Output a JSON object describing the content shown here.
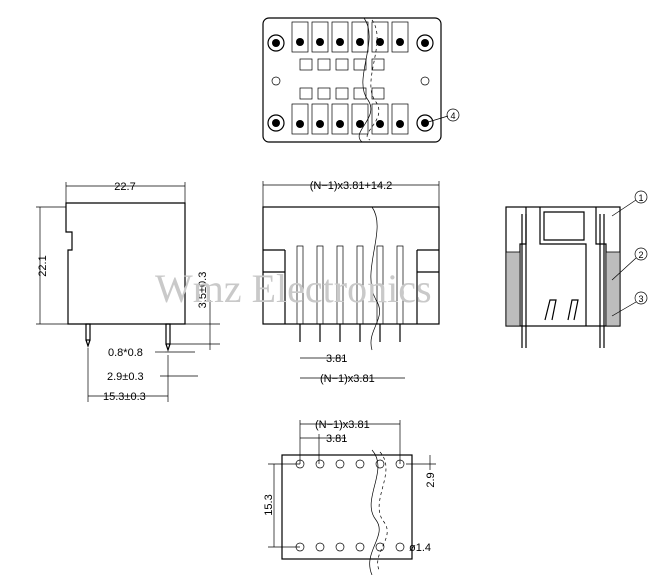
{
  "top_view": {
    "callout": "4"
  },
  "side_view": {
    "width": "22.7",
    "height": "22.1",
    "pin_length": "3.5±0.3",
    "pin_size": "0.8*0.8",
    "pin_offset": "2.9±0.3",
    "base": "15.3±0.3"
  },
  "front_view": {
    "overall": "(N−1)x3.81+14.2",
    "pitch": "3.81",
    "span": "(N−1)x3.81"
  },
  "section_view": {
    "callouts": [
      "1",
      "2",
      "3"
    ]
  },
  "pcb_layout": {
    "span": "(N−1)x3.81",
    "pitch": "3.81",
    "row_pitch": "2.9",
    "height": "15.3",
    "hole": "ø1.4"
  },
  "watermark": "Wmz Electronics"
}
